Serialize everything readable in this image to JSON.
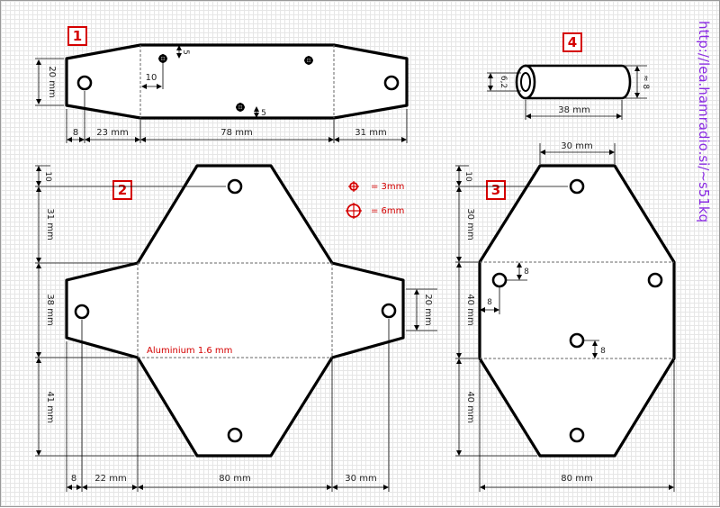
{
  "url": "http://lea.hamradio.si/~s51kq",
  "badges": {
    "p1": "1",
    "p2": "2",
    "p3": "3",
    "p4": "4"
  },
  "part1": {
    "height": "20 mm",
    "hole_offset_x": "10",
    "hole_offset_top": "5",
    "hole_offset_bottom": "5",
    "w_8": "8",
    "w_23": "23 mm",
    "w_78": "78 mm",
    "w_31": "31 mm"
  },
  "part2": {
    "h_10": "10",
    "h_31": "31 mm",
    "h_38": "38 mm",
    "h_41": "41 mm",
    "tab_h": "20 mm",
    "w_8": "8",
    "w_22": "22 mm",
    "w_80": "80 mm",
    "w_30": "30 mm",
    "material": "Aluminium  1.6 mm",
    "legend_small": "= 3mm",
    "legend_large": "= 6mm"
  },
  "part3": {
    "top_w": "30 mm",
    "h_10": "10",
    "h_30": "30 mm",
    "h_40a": "40 mm",
    "h_40b": "40 mm",
    "hole_8_v": "8",
    "hole_8_h": "8",
    "hole_8_c": "8",
    "w_80": "80 mm"
  },
  "part4": {
    "dia": "6,2",
    "len": "38 mm",
    "height": "≈ 8"
  }
}
